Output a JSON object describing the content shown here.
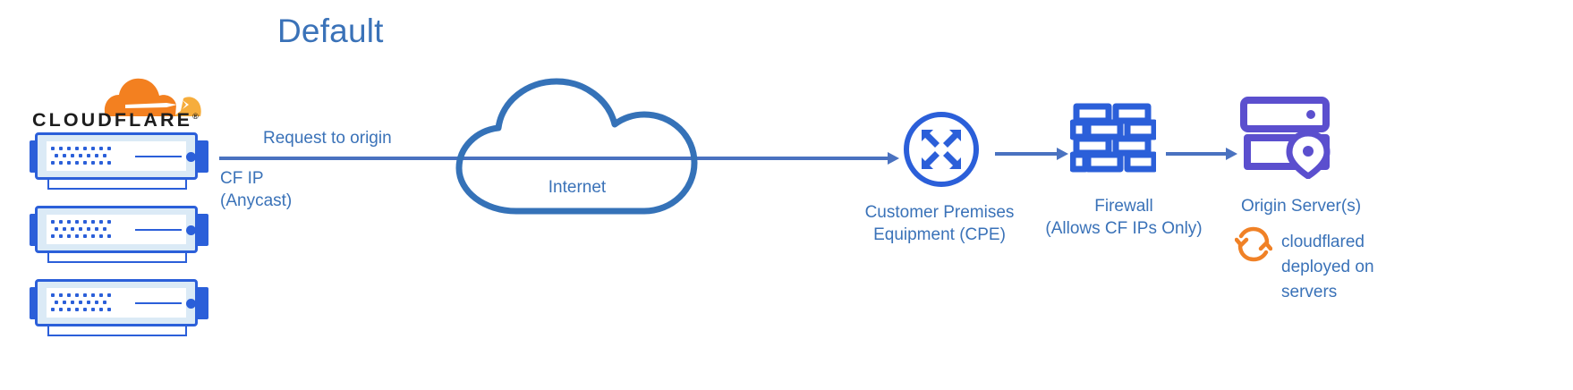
{
  "diagram": {
    "title": "Default",
    "brand": {
      "wordmark": "CLOUDFLARE",
      "trademark": "®",
      "cloud_color": "#f38020",
      "cloud_color_light": "#f6ad3c"
    },
    "colors": {
      "title_blue": "#3a72b8",
      "label_blue": "#3a72b8",
      "arrow_blue": "#4a72c0",
      "cloud_outline_blue": "#3572b8",
      "icon_blue": "#2b5fd9",
      "origin_purple": "#5b4fce",
      "cloudflared_orange": "#f08126",
      "server_fill": "#dbeaf6"
    },
    "nodes": [
      {
        "id": "cloudflare-servers",
        "label": "",
        "icon": "cloudflare-server-stack-icon",
        "count": 3
      },
      {
        "id": "internet",
        "label": "Internet",
        "icon": "internet-cloud-icon"
      },
      {
        "id": "cpe",
        "label": "Customer Premises\nEquipment (CPE)",
        "label_line1": "Customer Premises",
        "label_line2": "Equipment (CPE)",
        "icon": "router-icon"
      },
      {
        "id": "firewall",
        "label_line1": "Firewall",
        "label_line2": "(Allows CF IPs Only)",
        "icon": "brick-wall-icon"
      },
      {
        "id": "origin",
        "label": "Origin Server(s)",
        "icon": "origin-server-pin-icon"
      }
    ],
    "flow": {
      "arrow_label_above": "Request to origin",
      "arrow_label_below_line1": "CF IP",
      "arrow_label_below_line2": "(Anycast)"
    },
    "annotation": {
      "icon": "refresh-circular-arrows-icon",
      "line1": "cloudflared",
      "line2": "deployed on",
      "line3": "servers"
    }
  }
}
